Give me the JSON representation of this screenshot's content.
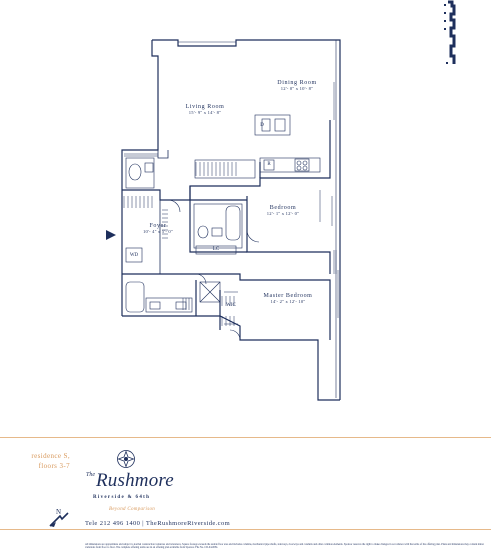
{
  "rooms": {
    "dining": {
      "name": "Dining Room",
      "dim": "12'- 0\" x 10'- 8\""
    },
    "living": {
      "name": "Living Room",
      "dim": "15'- 9\" x 14'- 8\""
    },
    "bedroom": {
      "name": "Bedroom",
      "dim": "12'- 1\" x 12'- 0\""
    },
    "foyer": {
      "name": "Foyer",
      "dim": "10'- 4\" x 5'- 0\""
    },
    "master": {
      "name": "Master Bedroom",
      "dim": "14'- 2\" x 12'- 10\""
    }
  },
  "fixtures": {
    "dishwasher": "D",
    "refrigerator": "R",
    "washer_dryer": "WD",
    "linen_closet": "LC",
    "walk_in_closet": "WIC"
  },
  "residence": {
    "line1": "residence S,",
    "line2": "floors 3-7"
  },
  "brand": {
    "name": "Rushmore",
    "prefix": "The",
    "sub": "Riverside & 64th",
    "tagline": "Beyond Comparison"
  },
  "contact": "Tele 212 496 1400 | TheRushmoreRiverside.com",
  "compass_label": "N",
  "disclaimer": "All dimensions are approximate and subject to normal construction variances and tolerances. Square footage exceeds the usable floor area and includes columns, mechanical pipe shafts, stairways, doorways and conduits and other common elements. Sponsor reserves the right to make changes in accordance with the terms of the offering plan. Plans and dimensions may contain minor variations from floor to floor. The complete offering terms are in an offering plan available from Sponsor. File No. CD-04-0081.",
  "colors": {
    "navy": "#1e2f5c",
    "accent": "#d8995c",
    "rule": "#e6b98a"
  }
}
